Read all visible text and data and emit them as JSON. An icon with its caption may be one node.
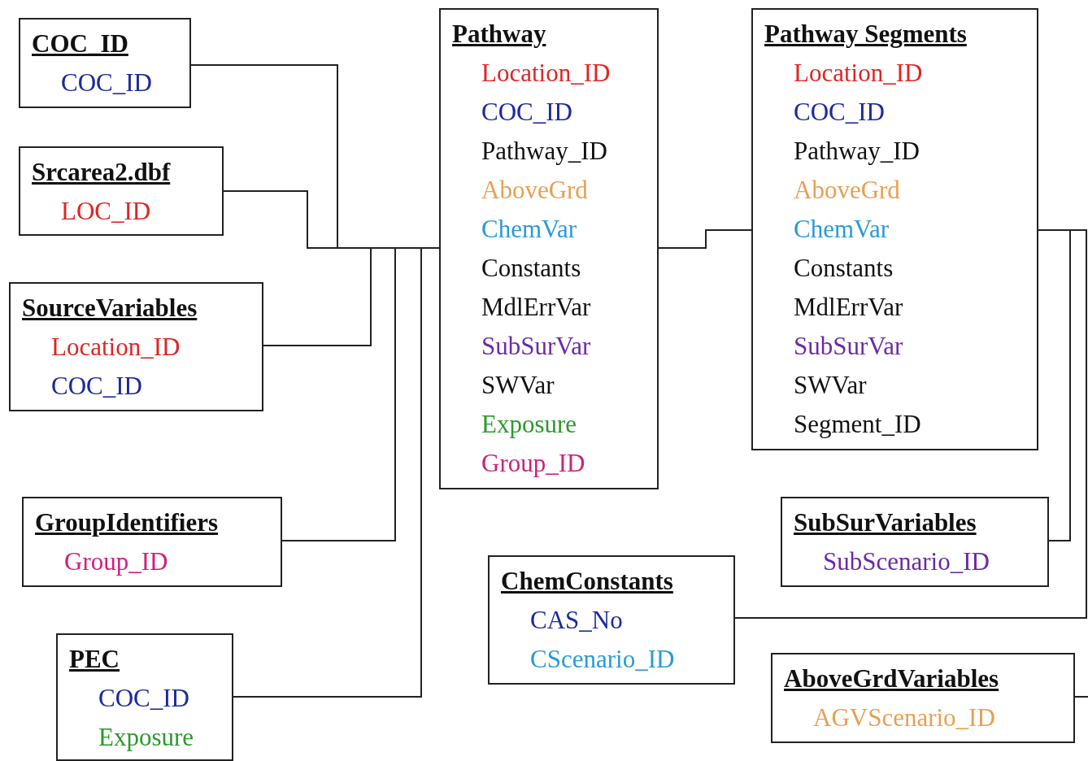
{
  "diagram": {
    "nodes": [
      {
        "text": [
          "COC_ID",
          "COC_ID"
        ]
      },
      {
        "text": [
          "Pathway",
          "Location_ID",
          "COC_ID",
          "Pathway_ID",
          "AboveGrd",
          "ChemVar",
          "Constants",
          "MdlErrVar",
          "SubSurVar",
          "SWVar",
          "Exposure",
          "Group_ID"
        ]
      },
      {
        "text": [
          "Pathway Segments",
          "Location_ID",
          "COC_ID",
          "Pathway_ID",
          "AboveGrd",
          "ChemVar",
          "Constants",
          "MdlErrVar",
          "SubSurVar",
          "SWVar",
          "Segment_ID"
        ]
      },
      {
        "text": [
          "Srcarea2.dbf",
          "LOC_ID"
        ]
      },
      {
        "text": [
          "SourceVariables",
          "Location_ID",
          "COC_ID"
        ]
      },
      {
        "text": [
          "GroupIdentifiers",
          "Group_ID"
        ]
      },
      {
        "text": [
          "SubSurVariables",
          "SubScenario_ID"
        ]
      },
      {
        "text": [
          "ChemConstants",
          "CAS_No",
          "CScenario_ID"
        ]
      },
      {
        "text": [
          "PEC",
          "COC_ID",
          "Exposure"
        ]
      },
      {
        "text": [
          "AboveGrdVariables",
          "AGVScenario_ID"
        ]
      }
    ],
    "edges": [
      {
        "from": 0,
        "to": 1,
        "arrow": "none"
      },
      {
        "from": 3,
        "to": 1,
        "arrow": "none"
      },
      {
        "from": 4,
        "to": 1,
        "arrow": "none"
      },
      {
        "from": 5,
        "to": 1,
        "arrow": "none"
      },
      {
        "from": 8,
        "to": 1,
        "arrow": "none"
      },
      {
        "from": 1,
        "to": 2,
        "arrow": "none"
      },
      {
        "from": 2,
        "to": 6,
        "arrow": "none"
      },
      {
        "from": 2,
        "to": 7,
        "arrow": "none"
      },
      {
        "from": 9,
        "to": null,
        "arrow": "none"
      }
    ]
  }
}
